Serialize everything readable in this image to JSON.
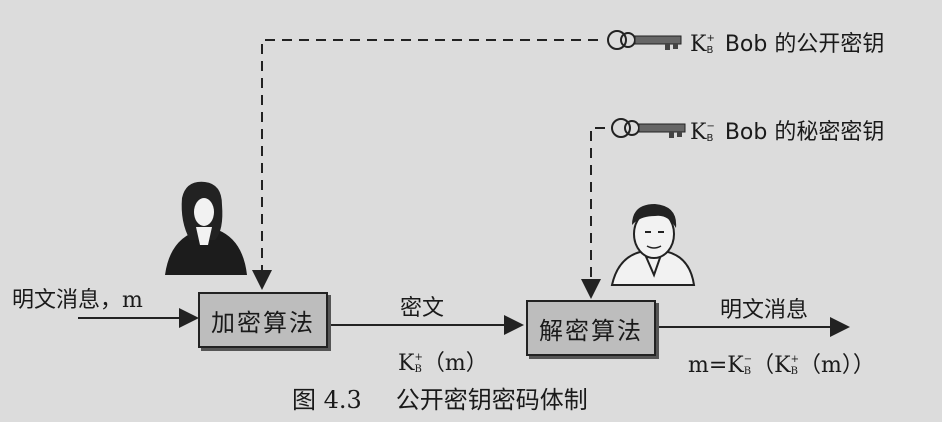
{
  "public_key": {
    "symbol": "K",
    "sub": "B",
    "sup": "+",
    "text": "Bob 的公开密钥"
  },
  "private_key": {
    "symbol": "K",
    "sub": "B",
    "sup": "−",
    "text": "Bob 的秘密密钥"
  },
  "input_label": "明文消息，m",
  "encrypt_box": "加密算法",
  "ciphertext_label": "密文",
  "ciphertext_formula": {
    "k": "K",
    "sup": "+",
    "sub": "B",
    "rest": "（m）"
  },
  "decrypt_box": "解密算法",
  "output_label": "明文消息",
  "output_formula": {
    "prefix": "m=K",
    "sup1": "−",
    "sub1": "B",
    "mid": "（K",
    "sup2": "+",
    "sub2": "B",
    "rest": "（m））"
  },
  "caption": {
    "number": "图 4.3",
    "title": "公开密钥密码体制"
  }
}
